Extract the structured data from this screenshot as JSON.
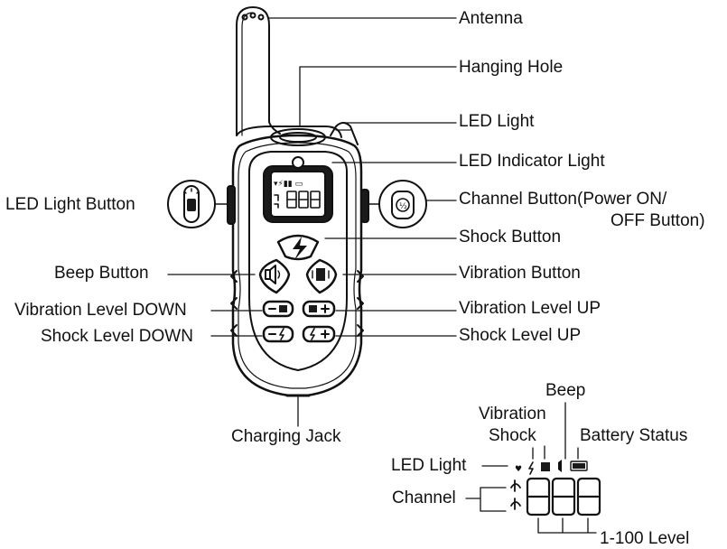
{
  "device_labels": {
    "antenna": "Antenna",
    "hanging_hole": "Hanging Hole",
    "led_light": "LED Light",
    "led_indicator_light": "LED Indicator Light",
    "led_light_button": "LED Light Button",
    "channel_button_line1": "Channel Button(Power ON/",
    "channel_button_line2": "OFF Button)",
    "shock_button": "Shock Button",
    "beep_button": "Beep Button",
    "vibration_button": "Vibration Button",
    "vibration_level_down": "Vibration Level DOWN",
    "vibration_level_up": "Vibration Level UP",
    "shock_level_down": "Shock Level DOWN",
    "shock_level_up": "Shock Level UP",
    "charging_jack": "Charging Jack"
  },
  "display_labels": {
    "beep": "Beep",
    "vibration": "Vibration",
    "shock": "Shock",
    "battery_status": "Battery Status",
    "led_light": "LED Light",
    "channel": "Channel",
    "level": "1-100 Level"
  },
  "button_glyphs": {
    "minus": "−",
    "plus": "+",
    "bolt": "⚡",
    "half": "½"
  },
  "display_digits": "888",
  "colors": {
    "ink": "#111111",
    "dark_fill": "#1a1a1a",
    "paper": "#ffffff"
  }
}
